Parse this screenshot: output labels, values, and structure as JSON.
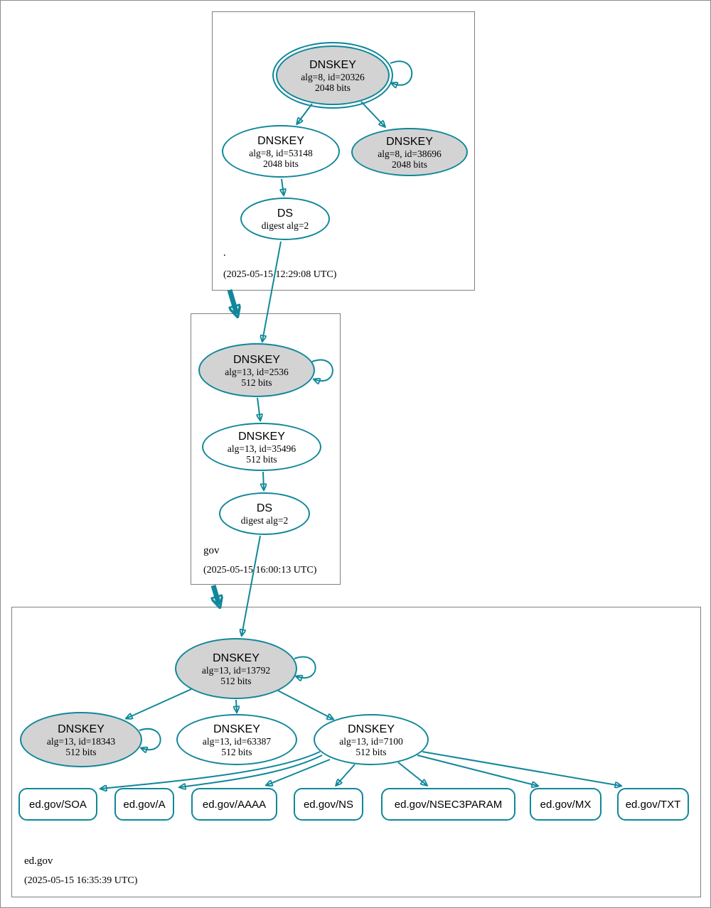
{
  "colors": {
    "edge": "#10879a",
    "node_border": "#10879a",
    "sep_key_fill": "#d3d3d3",
    "plain_fill": "#ffffff",
    "zone_box_border": "#7f7f7f",
    "text": "#000000"
  },
  "zones": {
    "root": {
      "label": ".",
      "timestamp": "(2025-05-15 12:29:08 UTC)",
      "ksk": {
        "title": "DNSKEY",
        "detail": "alg=8, id=20326",
        "bits": "2048 bits"
      },
      "zsk": {
        "title": "DNSKEY",
        "detail": "alg=8, id=53148",
        "bits": "2048 bits"
      },
      "ksk2": {
        "title": "DNSKEY",
        "detail": "alg=8, id=38696",
        "bits": "2048 bits"
      },
      "ds": {
        "title": "DS",
        "detail": "digest alg=2"
      }
    },
    "gov": {
      "label": "gov",
      "timestamp": "(2025-05-15 16:00:13 UTC)",
      "ksk": {
        "title": "DNSKEY",
        "detail": "alg=13, id=2536",
        "bits": "512 bits"
      },
      "zsk": {
        "title": "DNSKEY",
        "detail": "alg=13, id=35496",
        "bits": "512 bits"
      },
      "ds": {
        "title": "DS",
        "detail": "digest alg=2"
      }
    },
    "edgov": {
      "label": "ed.gov",
      "timestamp": "(2025-05-15 16:35:39 UTC)",
      "ksk": {
        "title": "DNSKEY",
        "detail": "alg=13, id=13792",
        "bits": "512 bits"
      },
      "key18343": {
        "title": "DNSKEY",
        "detail": "alg=13, id=18343",
        "bits": "512 bits"
      },
      "key63387": {
        "title": "DNSKEY",
        "detail": "alg=13, id=63387",
        "bits": "512 bits"
      },
      "key7100": {
        "title": "DNSKEY",
        "detail": "alg=13, id=7100",
        "bits": "512 bits"
      },
      "rrsets": [
        "ed.gov/SOA",
        "ed.gov/A",
        "ed.gov/AAAA",
        "ed.gov/NS",
        "ed.gov/NSEC3PARAM",
        "ed.gov/MX",
        "ed.gov/TXT"
      ]
    }
  }
}
